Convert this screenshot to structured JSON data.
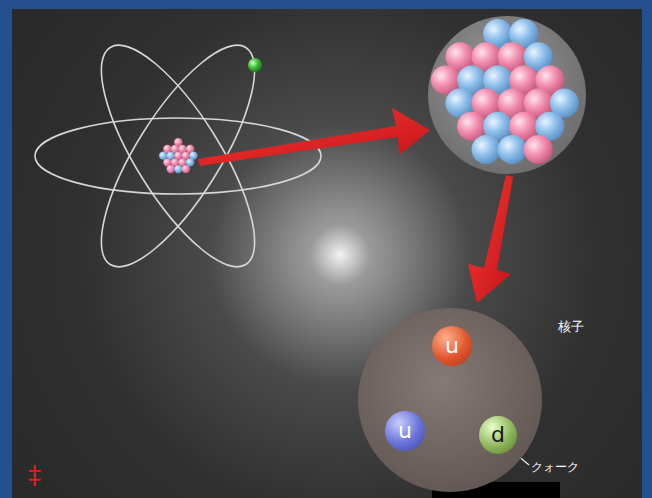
{
  "diagram": {
    "nodes": [
      {
        "text": [
          "核子"
        ]
      },
      {
        "text": [
          "u"
        ],
        "in": 0
      },
      {
        "text": [
          "u"
        ],
        "in": 0
      },
      {
        "text": [
          "d"
        ],
        "in": 0
      }
    ],
    "labels": [
      "クォーク",
      "‡"
    ]
  }
}
